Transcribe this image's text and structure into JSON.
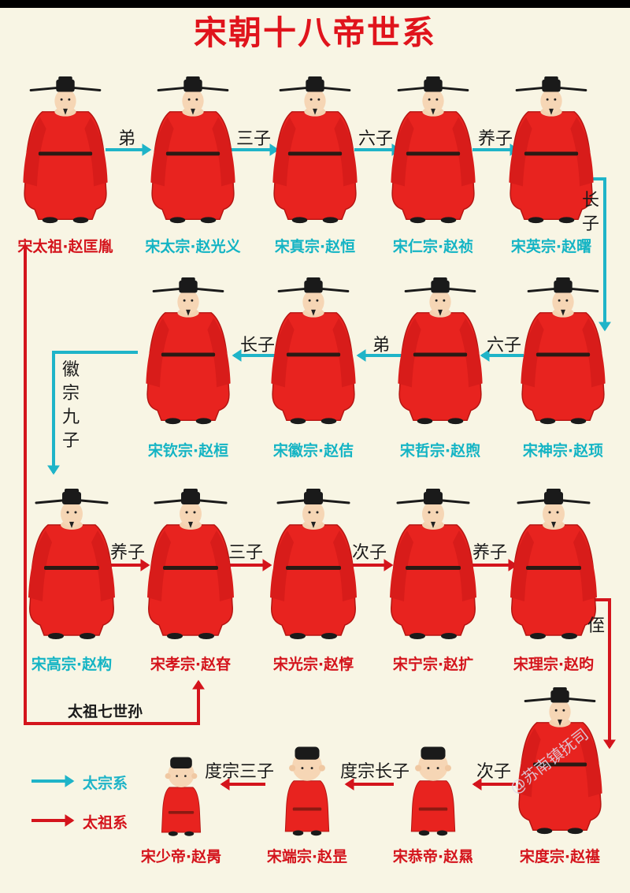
{
  "title": "宋朝十八帝世系",
  "colors": {
    "taizong_line": "#1fb4c8",
    "taizu_line": "#d4141c",
    "robe": "#e8231f",
    "background": "#f8f5e4",
    "title": "#e0141c"
  },
  "emperors": [
    {
      "name": "宋太祖·赵匡胤",
      "line": "taizu",
      "row": 1,
      "kind": "adult"
    },
    {
      "name": "宋太宗·赵光义",
      "line": "taizong",
      "row": 1,
      "kind": "adult"
    },
    {
      "name": "宋真宗·赵恒",
      "line": "taizong",
      "row": 1,
      "kind": "adult"
    },
    {
      "name": "宋仁宗·赵祯",
      "line": "taizong",
      "row": 1,
      "kind": "adult"
    },
    {
      "name": "宋英宗·赵曙",
      "line": "taizong",
      "row": 1,
      "kind": "adult"
    },
    {
      "name": "宋神宗·赵顼",
      "line": "taizong",
      "row": 2,
      "kind": "adult"
    },
    {
      "name": "宋哲宗·赵煦",
      "line": "taizong",
      "row": 2,
      "kind": "adult"
    },
    {
      "name": "宋徽宗·赵佶",
      "line": "taizong",
      "row": 2,
      "kind": "adult"
    },
    {
      "name": "宋钦宗·赵桓",
      "line": "taizong",
      "row": 2,
      "kind": "adult"
    },
    {
      "name": "宋高宗·赵构",
      "line": "taizong",
      "row": 3,
      "kind": "adult"
    },
    {
      "name": "宋孝宗·赵昚",
      "line": "taizu",
      "row": 3,
      "kind": "adult"
    },
    {
      "name": "宋光宗·赵惇",
      "line": "taizu",
      "row": 3,
      "kind": "adult"
    },
    {
      "name": "宋宁宗·赵扩",
      "line": "taizu",
      "row": 3,
      "kind": "adult"
    },
    {
      "name": "宋理宗·赵昀",
      "line": "taizu",
      "row": 3,
      "kind": "adult"
    },
    {
      "name": "宋度宗·赵禥",
      "line": "taizu",
      "row": 4,
      "kind": "adult"
    },
    {
      "name": "宋恭帝·赵㬎",
      "line": "taizu",
      "row": 4,
      "kind": "child"
    },
    {
      "name": "宋端宗·赵昰",
      "line": "taizu",
      "row": 4,
      "kind": "child"
    },
    {
      "name": "宋少帝·赵昺",
      "line": "taizu",
      "row": 4,
      "kind": "child"
    }
  ],
  "relations": [
    {
      "from": "宋太祖·赵匡胤",
      "to": "宋太宗·赵光义",
      "label": "弟",
      "line": "taizong"
    },
    {
      "from": "宋太宗·赵光义",
      "to": "宋真宗·赵恒",
      "label": "三子",
      "line": "taizong"
    },
    {
      "from": "宋真宗·赵恒",
      "to": "宋仁宗·赵祯",
      "label": "六子",
      "line": "taizong"
    },
    {
      "from": "宋仁宗·赵祯",
      "to": "宋英宗·赵曙",
      "label": "养子",
      "line": "taizong"
    },
    {
      "from": "宋英宗·赵曙",
      "to": "宋神宗·赵顼",
      "label": "长子",
      "line": "taizong"
    },
    {
      "from": "宋神宗·赵顼",
      "to": "宋哲宗·赵煦",
      "label": "六子",
      "line": "taizong"
    },
    {
      "from": "宋哲宗·赵煦",
      "to": "宋徽宗·赵佶",
      "label": "弟",
      "line": "taizong"
    },
    {
      "from": "宋徽宗·赵佶",
      "to": "宋钦宗·赵桓",
      "label": "长子",
      "line": "taizong"
    },
    {
      "from": "宋钦宗·赵桓",
      "to": "宋高宗·赵构",
      "label": "徽宗九子",
      "line": "taizong"
    },
    {
      "from": "宋高宗·赵构",
      "to": "宋孝宗·赵昚",
      "label": "养子",
      "line": "taizu"
    },
    {
      "from": "宋孝宗·赵昚",
      "to": "宋光宗·赵惇",
      "label": "三子",
      "line": "taizu"
    },
    {
      "from": "宋光宗·赵惇",
      "to": "宋宁宗·赵扩",
      "label": "次子",
      "line": "taizu"
    },
    {
      "from": "宋宁宗·赵扩",
      "to": "宋理宗·赵昀",
      "label": "养子",
      "line": "taizu"
    },
    {
      "from": "宋理宗·赵昀",
      "to": "宋度宗·赵禥",
      "label": "侄",
      "line": "taizu"
    },
    {
      "from": "宋度宗·赵禥",
      "to": "宋恭帝·赵㬎",
      "label": "次子",
      "line": "taizu"
    },
    {
      "from": "宋恭帝·赵㬎",
      "to": "宋端宗·赵昰",
      "label": "度宗长子",
      "line": "taizu"
    },
    {
      "from": "宋端宗·赵昰",
      "to": "宋少帝·赵昺",
      "label": "度宗三子",
      "line": "taizu"
    },
    {
      "from": "宋太祖·赵匡胤",
      "to": "宋孝宗·赵昚",
      "label": "太祖七世孙",
      "line": "taizu"
    }
  ],
  "legend": [
    {
      "label": "太宗系",
      "line": "taizong"
    },
    {
      "label": "太祖系",
      "line": "taizu"
    }
  ],
  "watermark": "@苏南镇抚司"
}
